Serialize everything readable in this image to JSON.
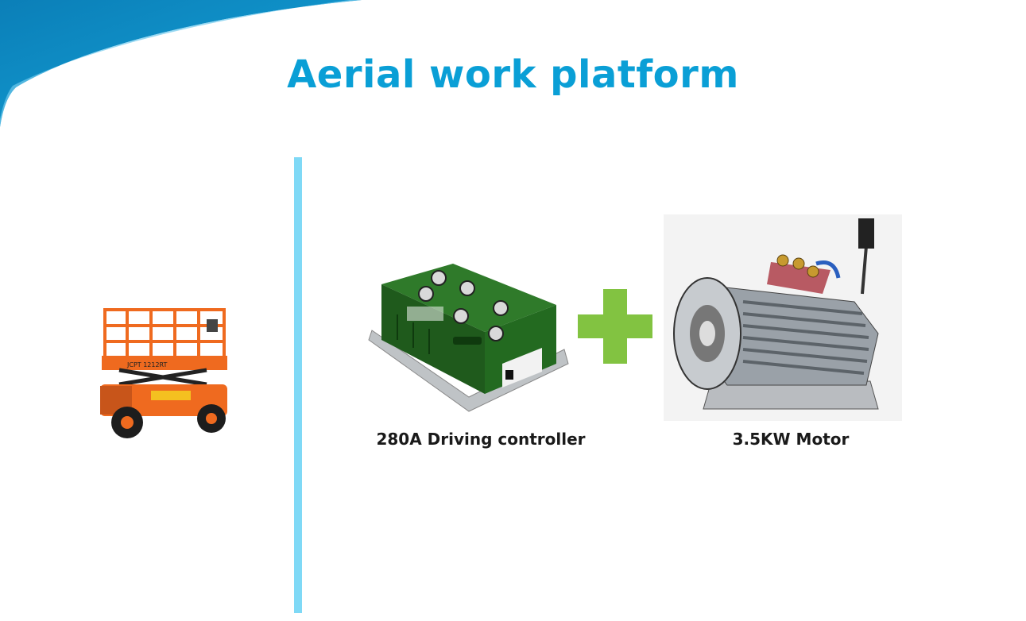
{
  "slide": {
    "title": "Aerial work platform",
    "accent_color": "#0a9fd6",
    "divider_color": "#7fd9f6"
  },
  "machine": {
    "icon": "scissor-lift-icon",
    "label_plate": "JCPT 1212RT"
  },
  "controller": {
    "icon": "motor-controller-icon",
    "caption": "280A Driving controller"
  },
  "plus": {
    "icon": "plus-icon",
    "color": "#82c341"
  },
  "motor": {
    "icon": "electric-motor-icon",
    "caption": "3.5KW Motor"
  }
}
